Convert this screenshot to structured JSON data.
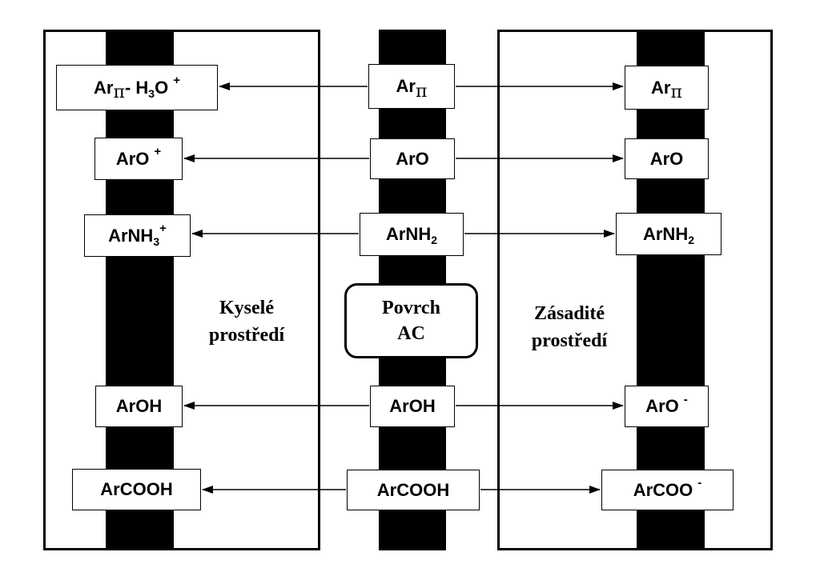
{
  "diagram": {
    "acid_label": [
      "Kyselé",
      "prostředí"
    ],
    "base_label": [
      "Zásadité",
      "prostředí"
    ],
    "surface_label": [
      "Povrch",
      "AC"
    ],
    "rows": [
      {
        "left": {
          "main": "Ar",
          "sym": "π",
          "rest": " - H",
          "sub": "3",
          "tail": "O",
          "sup": "+"
        },
        "center": {
          "main": "Ar",
          "sym": "π"
        },
        "right": {
          "main": "Ar",
          "sym": "π"
        }
      },
      {
        "left": {
          "main": "ArO",
          "sup": "+"
        },
        "center": {
          "main": "ArO"
        },
        "right": {
          "main": "ArO"
        }
      },
      {
        "left": {
          "main": "ArNH",
          "sub": "3",
          "sup": "+"
        },
        "center": {
          "main": "ArNH",
          "sub": "2"
        },
        "right": {
          "main": "ArNH",
          "sub": "2"
        }
      },
      {
        "left": {
          "main": "ArOH"
        },
        "center": {
          "main": "ArOH"
        },
        "right": {
          "main": "ArO",
          "sup": "-"
        }
      },
      {
        "left": {
          "main": "ArCOOH"
        },
        "center": {
          "main": "ArCOOH"
        },
        "right": {
          "main": "ArCOO",
          "sup": "-"
        }
      }
    ]
  }
}
